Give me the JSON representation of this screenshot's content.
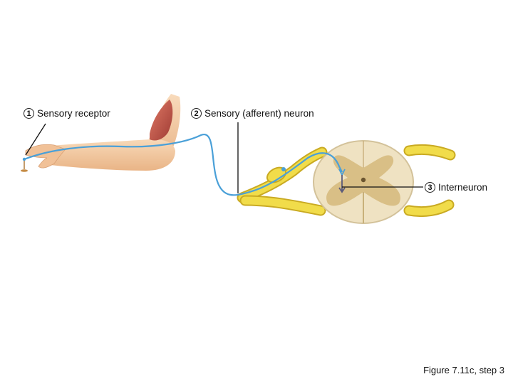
{
  "labels": {
    "receptor": {
      "number": "1",
      "text": "Sensory receptor"
    },
    "sensory_neuron": {
      "number": "2",
      "text": "Sensory (afferent) neuron"
    },
    "interneuron": {
      "number": "3",
      "text": "Interneuron"
    }
  },
  "caption": "Figure 7.11c, step 3",
  "colors": {
    "skin": "#f3c79c",
    "muscle": "#c9564a",
    "nerve": "#f1dc4a",
    "neuron": "#4aa0d8",
    "white_matter": "#efe2c2",
    "gray_matter": "#d9bf86"
  }
}
